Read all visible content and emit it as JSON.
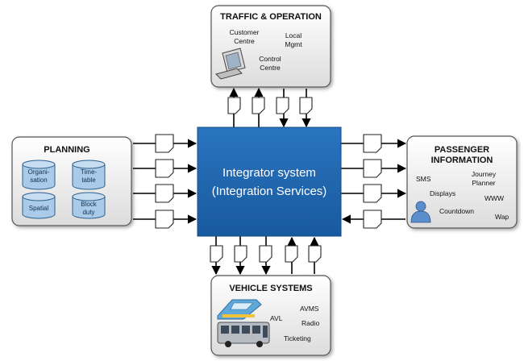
{
  "center": {
    "line1": "Integrator system",
    "line2": "(Integration Services)"
  },
  "traffic": {
    "title": "TRAFFIC & OPERATION",
    "items": [
      "Customer",
      "Centre",
      "Local",
      "Mgmt",
      "Control",
      "Centre"
    ]
  },
  "planning": {
    "title": "PLANNING",
    "cylinders": [
      [
        "Organi-",
        "sation"
      ],
      [
        "Time-",
        "table"
      ],
      [
        "Spatial"
      ],
      [
        "Block",
        "duty"
      ]
    ]
  },
  "passenger": {
    "title_line1": "PASSENGER",
    "title_line2": "INFORMATION",
    "items": [
      "SMS",
      "Journey",
      "Planner",
      "Displays",
      "WWW",
      "Countdown",
      "Wap"
    ]
  },
  "vehicle": {
    "title": "VEHICLE SYSTEMS",
    "items": [
      "AVMS",
      "AVL",
      "Radio",
      "Ticketing"
    ]
  },
  "colors": {
    "core": "#1d65b0",
    "box_fill_top": "#ffffff",
    "box_fill_bottom": "#e3e3e3",
    "cylinder": "#a9cbe9"
  },
  "icons": [
    "computer-icon",
    "person-icon",
    "train-icon",
    "bus-icon",
    "document-icon"
  ]
}
